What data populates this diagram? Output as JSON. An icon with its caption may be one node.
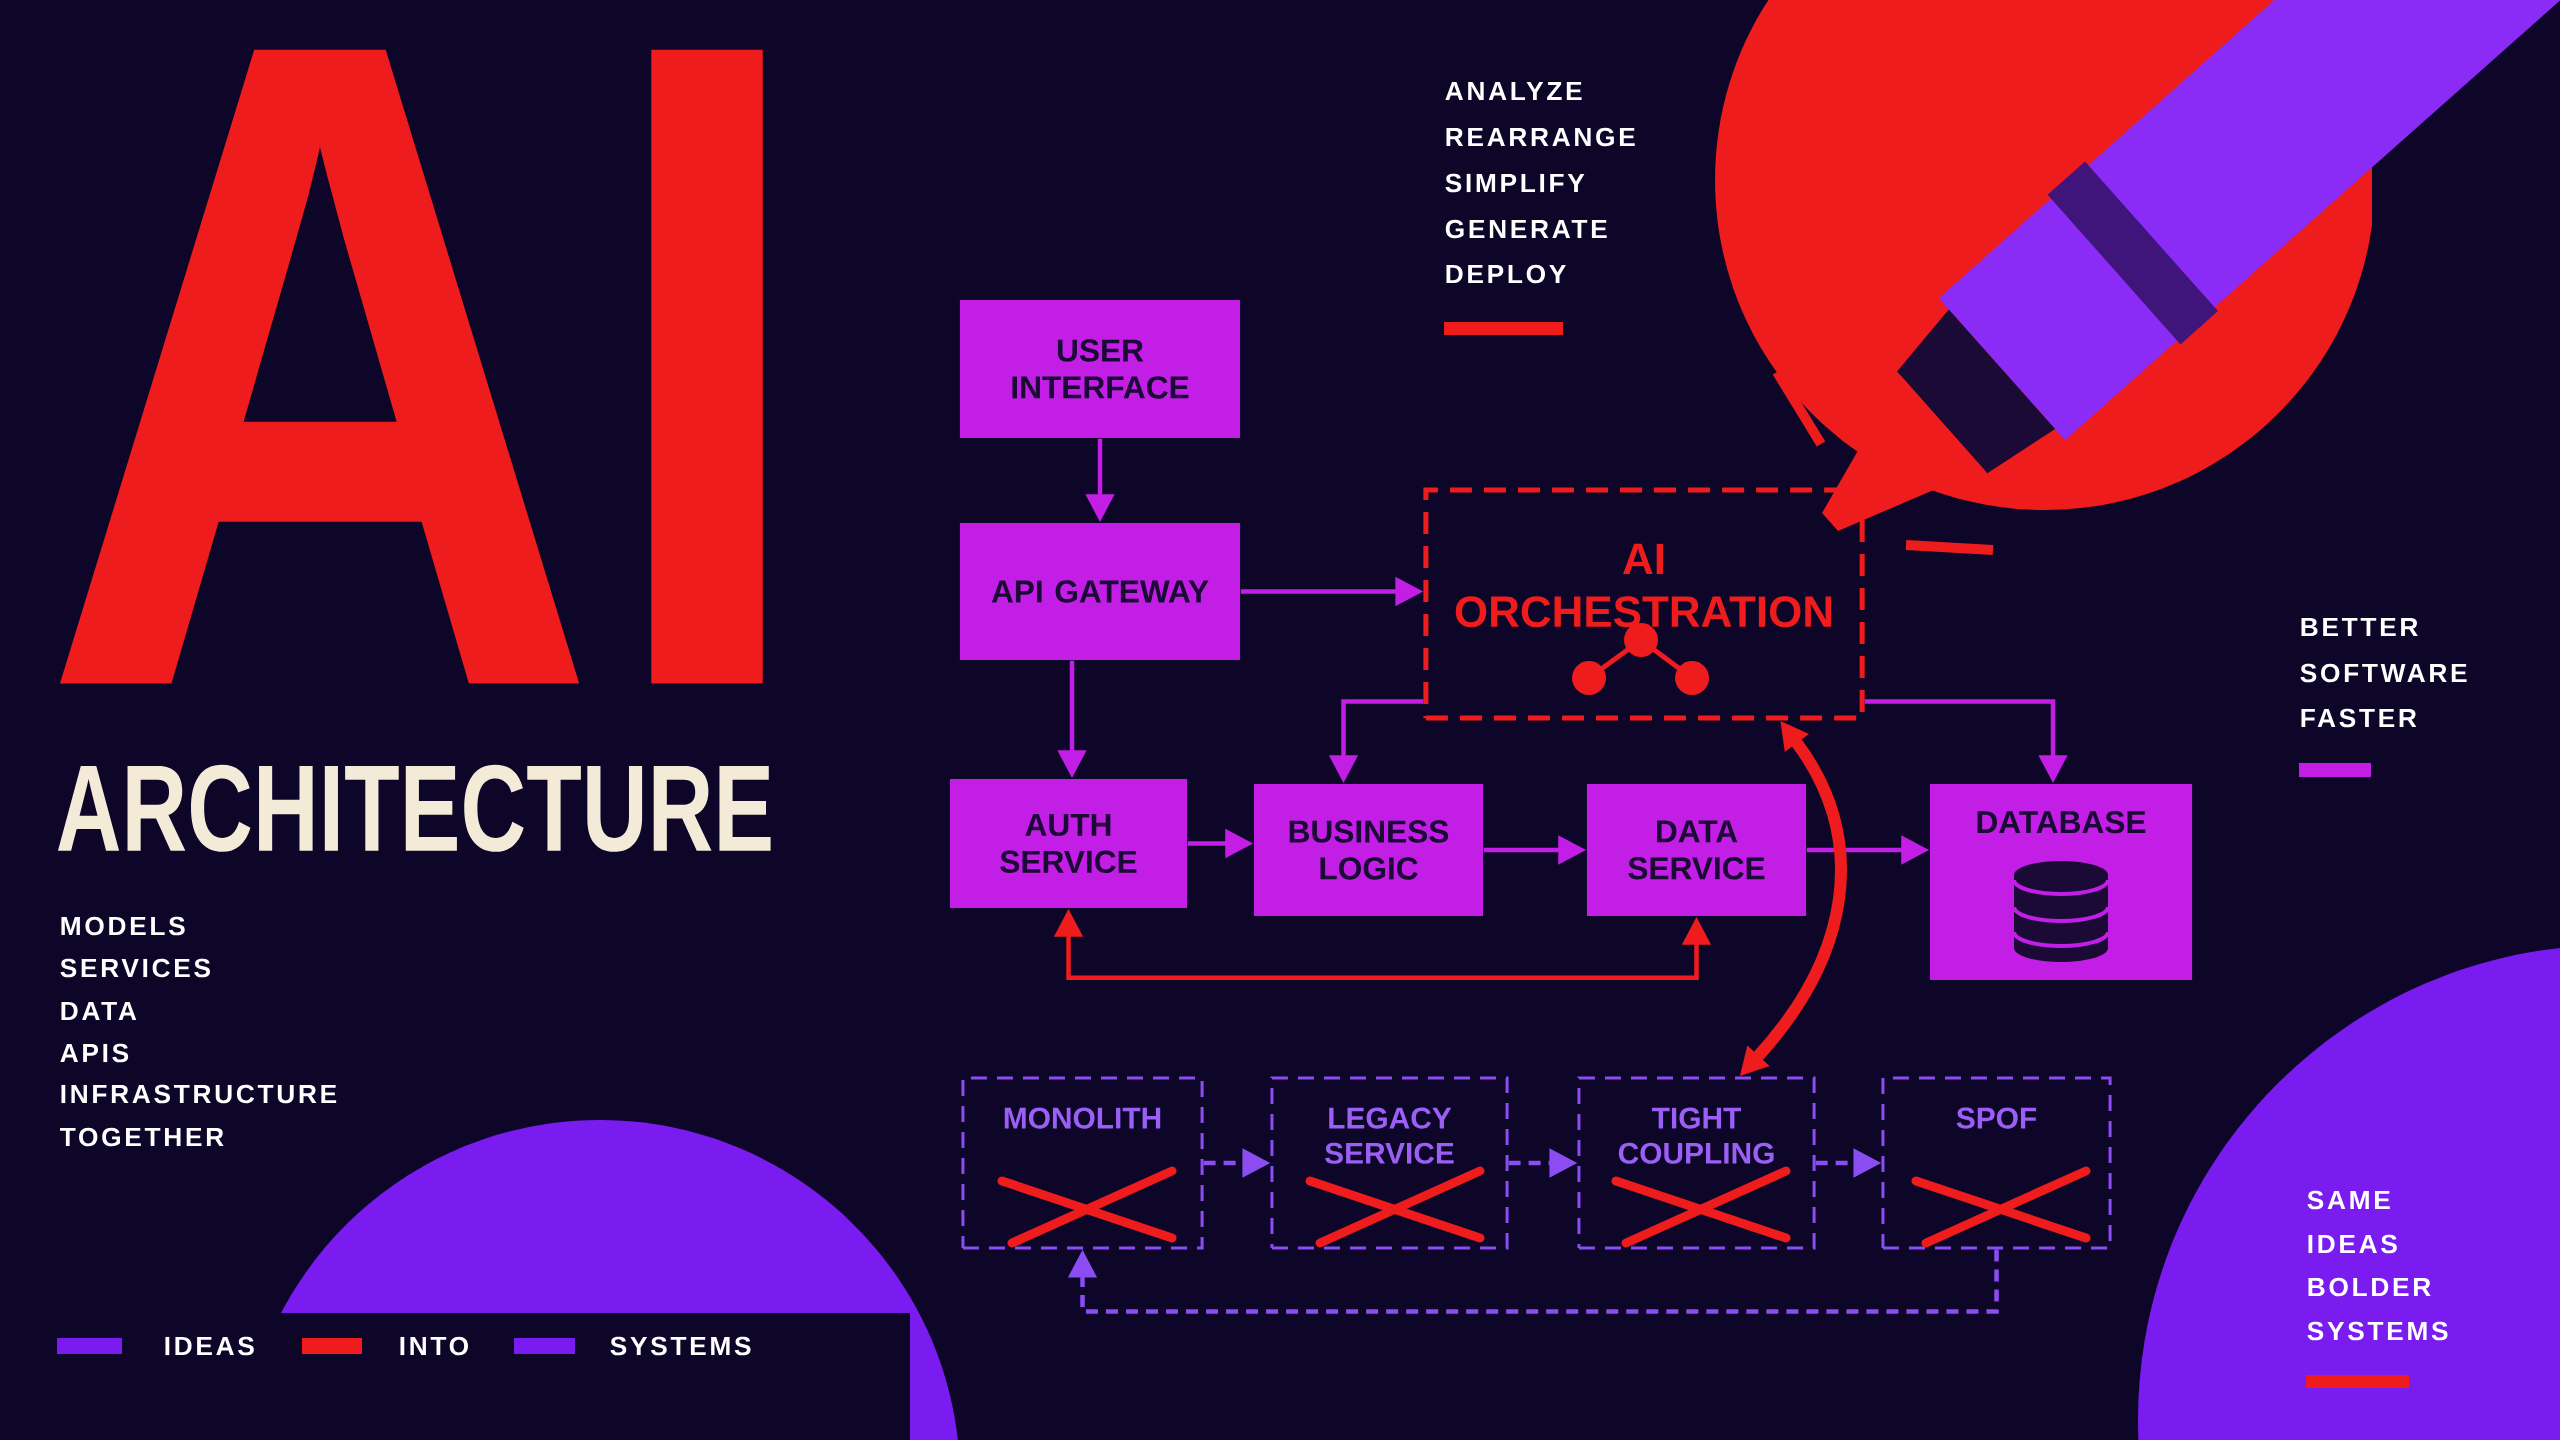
{
  "diagram": {
    "nodes": [
      {
        "text": [
          "USER INTERFACE"
        ]
      },
      {
        "text": [
          "API GATEWAY"
        ]
      },
      {
        "text": [
          "AI ORCHESTRATION"
        ]
      },
      {
        "text": [
          "AUTH SERVICE"
        ]
      },
      {
        "text": [
          "BUSINESS LOGIC"
        ]
      },
      {
        "text": [
          "DATA SERVICE"
        ]
      },
      {
        "text": [
          "DATABASE"
        ]
      },
      {
        "text": [
          "MONOLITH"
        ]
      },
      {
        "text": [
          "LEGACY SERVICE"
        ]
      },
      {
        "text": [
          "TIGHT COUPLING"
        ]
      },
      {
        "text": [
          "SPOF"
        ]
      }
    ],
    "edges": [
      {
        "from": 0,
        "to": 1,
        "arrow": "to"
      },
      {
        "from": 1,
        "to": 2,
        "arrow": "to"
      },
      {
        "from": 1,
        "to": 3,
        "arrow": "to"
      },
      {
        "from": 2,
        "to": 4,
        "arrow": "to"
      },
      {
        "from": 2,
        "to": 6,
        "arrow": "to"
      },
      {
        "from": 3,
        "to": 4,
        "arrow": "to"
      },
      {
        "from": 4,
        "to": 5,
        "arrow": "to"
      },
      {
        "from": 5,
        "to": 6,
        "arrow": "to"
      },
      {
        "from": 3,
        "to": 5,
        "arrow": "both",
        "color": "#ee1c1c"
      },
      {
        "from": 2,
        "to": 9,
        "arrow": "both",
        "style": "thick",
        "color": "#ee1c1c"
      },
      {
        "from": 7,
        "to": 8,
        "arrow": "to",
        "style": "dashed",
        "color": "#8b4df2"
      },
      {
        "from": 8,
        "to": 9,
        "arrow": "to",
        "style": "dashed",
        "color": "#8b4df2"
      },
      {
        "from": 9,
        "to": 10,
        "arrow": "to",
        "style": "dashed",
        "color": "#8b4df2"
      },
      {
        "from": 10,
        "to": 7,
        "arrow": "to",
        "style": "dashed",
        "color": "#8b4df2"
      }
    ],
    "labels": [
      "AI",
      "ARCHITECTURE",
      "MODELS",
      "SERVICES",
      "DATA",
      "APIS",
      "INFRASTRUCTURE",
      "TOGETHER",
      "ANALYZE",
      "REARRANGE",
      "SIMPLIFY",
      "GENERATE",
      "DEPLOY",
      "BETTER",
      "SOFTWARE",
      "FASTER",
      "SAME",
      "IDEAS",
      "BOLDER",
      "SYSTEMS"
    ],
    "legend": [
      {
        "text": "IDEAS",
        "color": "#7a1cf0"
      },
      {
        "text": "INTO",
        "color": "#ee1c1c"
      },
      {
        "text": "SYSTEMS",
        "color": "#7a1cf0"
      }
    ]
  }
}
